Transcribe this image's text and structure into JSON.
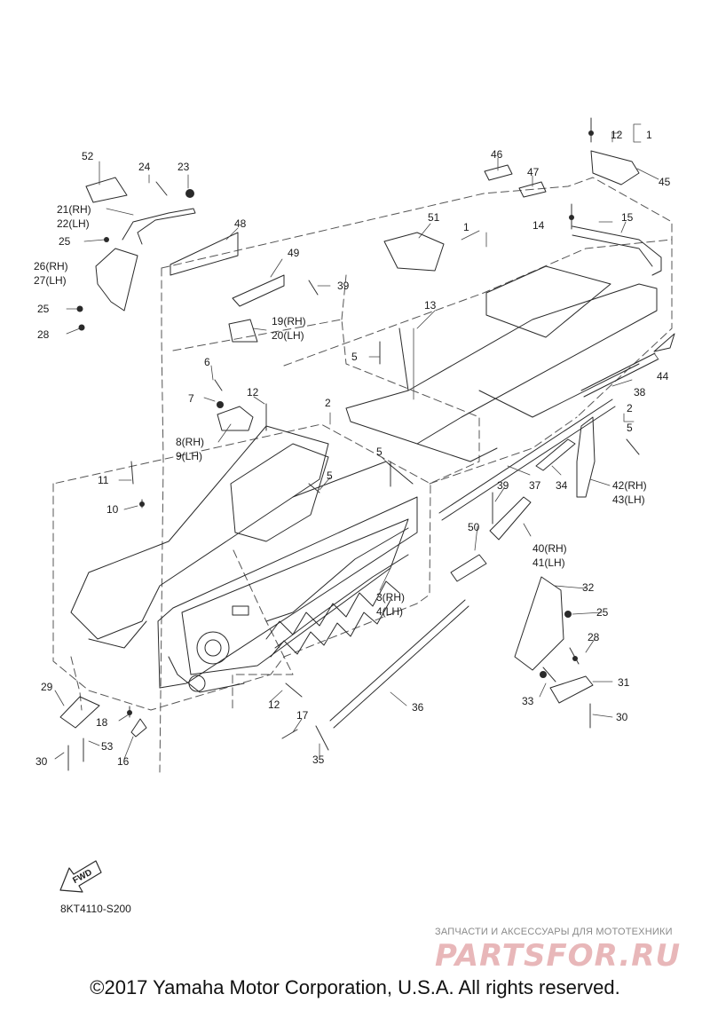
{
  "diagram": {
    "part_labels": [
      {
        "id": "p1a",
        "text": "1"
      },
      {
        "id": "p12a",
        "text": "12"
      },
      {
        "id": "p45",
        "text": "45"
      },
      {
        "id": "p46",
        "text": "46"
      },
      {
        "id": "p47",
        "text": "47"
      },
      {
        "id": "p52",
        "text": "52"
      },
      {
        "id": "p24",
        "text": "24"
      },
      {
        "id": "p23",
        "text": "23"
      },
      {
        "id": "p21",
        "text": "21(RH)"
      },
      {
        "id": "p22",
        "text": "22(LH)"
      },
      {
        "id": "p48",
        "text": "48"
      },
      {
        "id": "p51",
        "text": "51"
      },
      {
        "id": "p1b",
        "text": "1"
      },
      {
        "id": "p14",
        "text": "14"
      },
      {
        "id": "p15",
        "text": "15"
      },
      {
        "id": "p25a",
        "text": "25"
      },
      {
        "id": "p26",
        "text": "26(RH)"
      },
      {
        "id": "p27",
        "text": "27(LH)"
      },
      {
        "id": "p49",
        "text": "49"
      },
      {
        "id": "p39a",
        "text": "39"
      },
      {
        "id": "p25b",
        "text": "25"
      },
      {
        "id": "p28a",
        "text": "28"
      },
      {
        "id": "p19",
        "text": "19(RH)"
      },
      {
        "id": "p20",
        "text": "20(LH)"
      },
      {
        "id": "p13",
        "text": "13"
      },
      {
        "id": "p5a",
        "text": "5"
      },
      {
        "id": "p44",
        "text": "44"
      },
      {
        "id": "p6",
        "text": "6"
      },
      {
        "id": "p38",
        "text": "38"
      },
      {
        "id": "p7",
        "text": "7"
      },
      {
        "id": "p12b",
        "text": "12"
      },
      {
        "id": "p2a",
        "text": "2"
      },
      {
        "id": "p2b",
        "text": "2"
      },
      {
        "id": "p5b",
        "text": "5"
      },
      {
        "id": "p8",
        "text": "8(RH)"
      },
      {
        "id": "p9",
        "text": "9(LH)"
      },
      {
        "id": "p5c",
        "text": "5"
      },
      {
        "id": "p11",
        "text": "11"
      },
      {
        "id": "p5d",
        "text": "5"
      },
      {
        "id": "p37",
        "text": "37"
      },
      {
        "id": "p34",
        "text": "34"
      },
      {
        "id": "p42",
        "text": "42(RH)"
      },
      {
        "id": "p43",
        "text": "43(LH)"
      },
      {
        "id": "p39b",
        "text": "39"
      },
      {
        "id": "p10",
        "text": "10"
      },
      {
        "id": "p50",
        "text": "50"
      },
      {
        "id": "p40",
        "text": "40(RH)"
      },
      {
        "id": "p41",
        "text": "41(LH)"
      },
      {
        "id": "p32",
        "text": "32"
      },
      {
        "id": "p3",
        "text": "3(RH)"
      },
      {
        "id": "p4",
        "text": "4(LH)"
      },
      {
        "id": "p25c",
        "text": "25"
      },
      {
        "id": "p28b",
        "text": "28"
      },
      {
        "id": "p29",
        "text": "29"
      },
      {
        "id": "p31",
        "text": "31"
      },
      {
        "id": "p33",
        "text": "33"
      },
      {
        "id": "p12c",
        "text": "12"
      },
      {
        "id": "p36",
        "text": "36"
      },
      {
        "id": "p18",
        "text": "18"
      },
      {
        "id": "p17",
        "text": "17"
      },
      {
        "id": "p30a",
        "text": "30"
      },
      {
        "id": "p53",
        "text": "53"
      },
      {
        "id": "p16",
        "text": "16"
      },
      {
        "id": "p35",
        "text": "35"
      },
      {
        "id": "p30b",
        "text": "30"
      }
    ]
  },
  "fwd_label": "FWD",
  "diagram_code": "8KT4110-S200",
  "watermark": {
    "tagline": "ЗАПЧАСТИ И АКСЕССУАРЫ ДЛЯ МОТОТЕХНИКИ",
    "logo_text": "PARTSFOR.RU",
    "logo_color": "#e8b7b9"
  },
  "copyright": "©2017 Yamaha Motor Corporation, U.S.A. All rights reserved."
}
